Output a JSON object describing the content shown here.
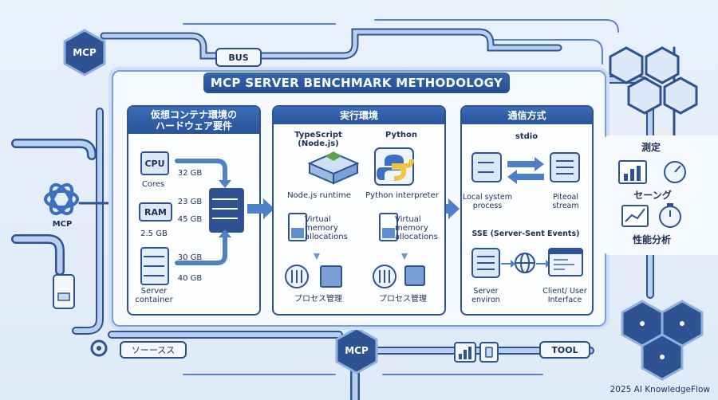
{
  "title": "MCP SERVER BENCHMARK METHODOLOGY",
  "bus_label": "BUS",
  "left": {
    "mcp_hex_top": "MCP",
    "mcp_logo_label": "MCP",
    "source_label": "ソーースス"
  },
  "bottom": {
    "mcp_hex": "MCP",
    "tool_label": "TOOL"
  },
  "hardware": {
    "heading_line1": "仮想コンテナ環境の",
    "heading_line2": "ハードウェア要件",
    "cpu_label": "CPU",
    "cores_label": "Cores",
    "ram_label": "RAM",
    "ram_size": "2.5 GB",
    "server_label_line1": "Server",
    "server_label_line2": "container",
    "cap1": "32 GB",
    "cap2": "23 GB",
    "cap3": "45 GB",
    "cap4": "30 GB",
    "cap5": "40 GB"
  },
  "runtime": {
    "heading": "実行環境",
    "ts_title": "TypeScript (Node.js)",
    "py_title": "Python",
    "ts_runtime": "Node.js runtime",
    "py_runtime": "Python interpreter",
    "ts_mem_line1": "Virtual",
    "ts_mem_line2": "memory",
    "ts_mem_line3": "allocations",
    "py_mem_line1": "Virtual",
    "py_mem_line2": "memory",
    "py_mem_line3": "allocations",
    "ts_proc": "プロセス管理",
    "py_proc": "プロセス管理"
  },
  "comm": {
    "heading": "通信方式",
    "stdio_title": "stdio",
    "local_line1": "Local system",
    "local_line2": "process",
    "pipe_line1": "Piteoal",
    "pipe_line2": "stream",
    "sse_title": "SSE (Server-Sent Events)",
    "server_line1": "Server",
    "server_line2": "environ",
    "client_line1": "Client/ User",
    "client_line2": "Interface"
  },
  "measure": {
    "line1": "測定",
    "line2": "セーング",
    "line3": "性能分析"
  },
  "footer": "2025 AI KnowledgeFlow",
  "colors": {
    "navy": "#1d2f55",
    "accent": "#2f5392",
    "header": "#3466ad",
    "pipe": "#a9c6ea"
  }
}
